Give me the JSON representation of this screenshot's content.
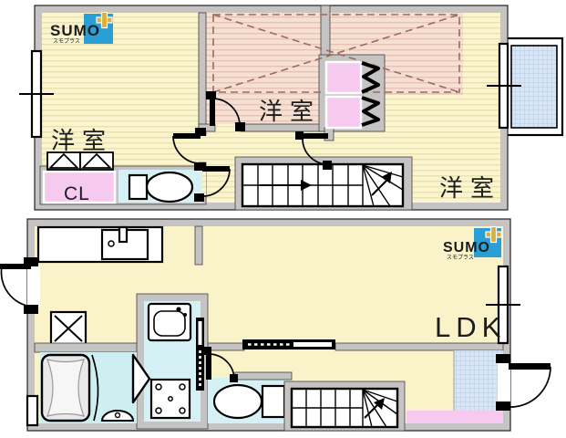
{
  "brand": {
    "name": "SUMO",
    "sub": "スモプラス"
  },
  "floor2": {
    "room_left_label": "洋室",
    "room_middle_label": "洋室",
    "room_right_label": "洋室",
    "closet_label": "CL"
  },
  "floor1": {
    "ldk_label": "LDK"
  },
  "colors": {
    "wall_gray": "#c5c4c2",
    "floor_yellow": "#faf3c9",
    "floor_yellow_striped": "#fbf5cf",
    "floor_pink_striped": "#f6e0d4",
    "closet_pink": "#f6c9f0",
    "water_cyan": "#d6f1f5",
    "tile_blue": "#d7e5f4",
    "logo_blue": "#2a9fd6",
    "annotation_dash": "#9b6b5e"
  }
}
